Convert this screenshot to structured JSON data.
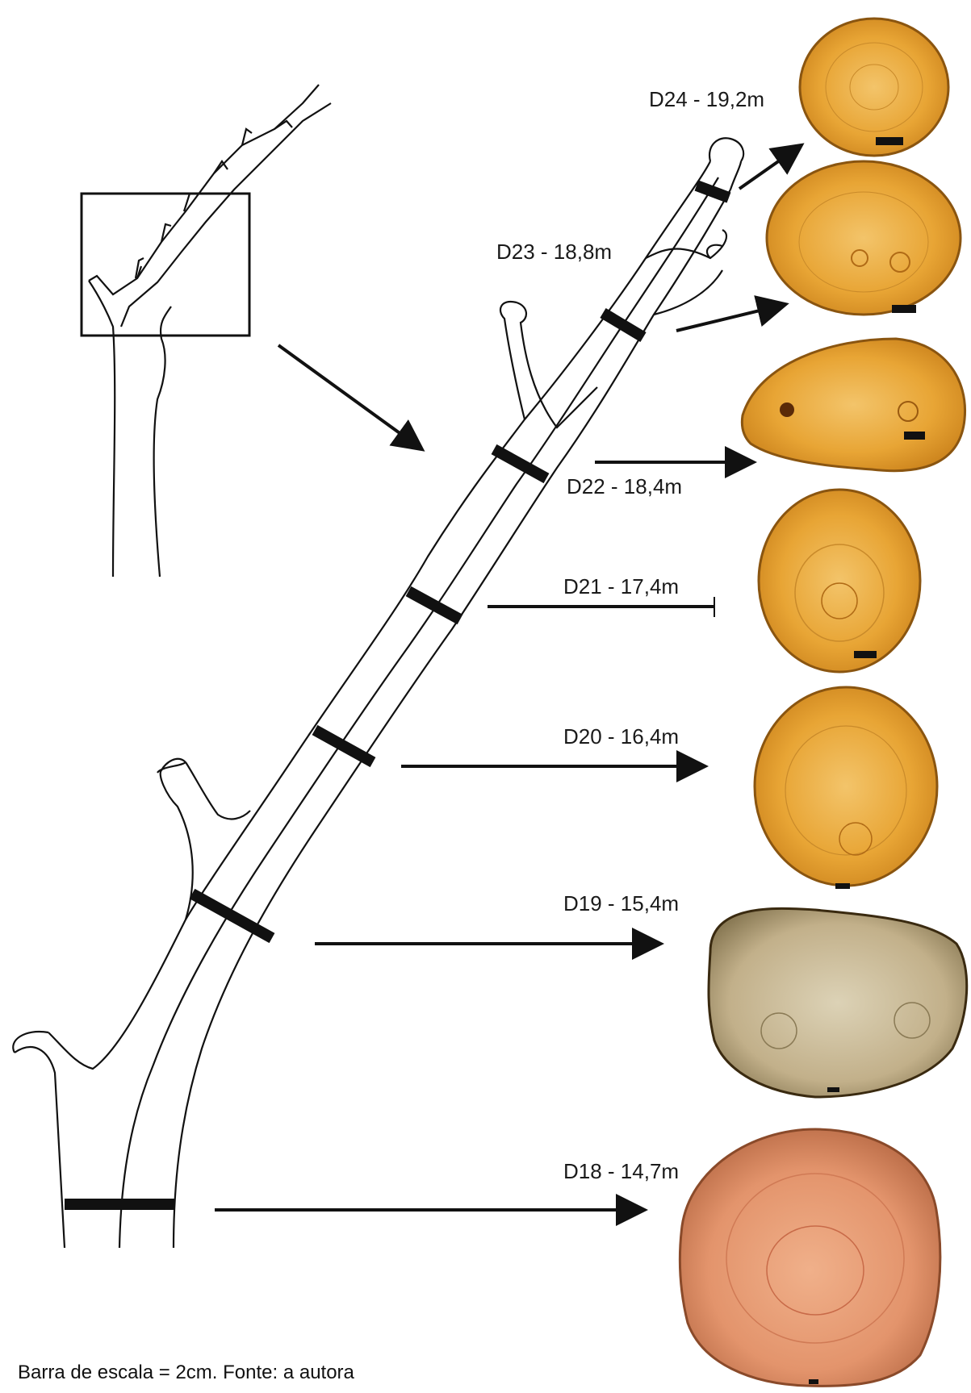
{
  "caption": "Barra de escala = 2cm. Fonte: a autora",
  "sections": [
    {
      "id": "D24",
      "label": "D24 - 19,2m"
    },
    {
      "id": "D23",
      "label": "D23 - 18,8m"
    },
    {
      "id": "D22",
      "label": "D22 - 18,4m"
    },
    {
      "id": "D21",
      "label": "D21 - 17,4m"
    },
    {
      "id": "D20",
      "label": "D20 - 16,4m"
    },
    {
      "id": "D19",
      "label": "D19 - 15,4m"
    },
    {
      "id": "D18",
      "label": "D18 - 14,7m"
    }
  ],
  "colors": {
    "line": "#111111",
    "wood_light": "#f0b54a",
    "wood_mid": "#e39a2a",
    "wood_dark": "#c47a18",
    "wood_grey": "#c9b78e",
    "wood_pink": "#e69a72"
  }
}
